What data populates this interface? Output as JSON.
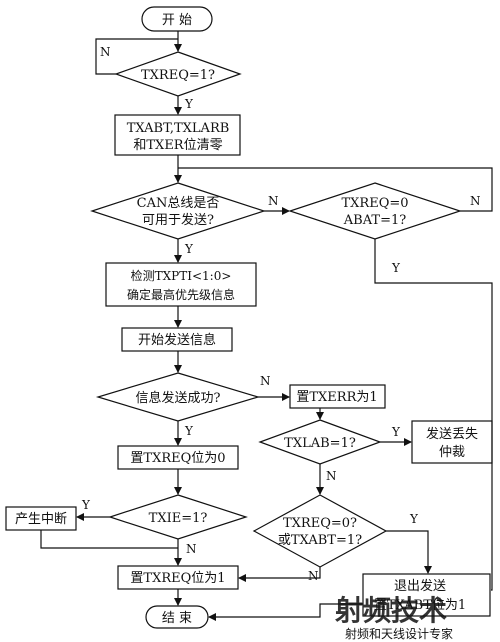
{
  "nodes": {
    "start": "开 始",
    "txreq_check": "TXREQ=1?",
    "clear_bits": [
      "TXABT,TXLARB",
      "和TXER位清零"
    ],
    "bus_free": [
      "CAN总线是否",
      "可用于发送?"
    ],
    "abort_check": [
      "TXREQ=0",
      "ABAT=1?"
    ],
    "priority": [
      "检测TXPTI<1:0>",
      "确定最高优先级信息"
    ],
    "start_send": "开始发送信息",
    "send_ok": "信息发送成功?",
    "set_txerr": "置TXERR为1",
    "set_txreq0": "置TXREQ位为0",
    "txlab_check": "TXLAB=1?",
    "arb_lost": [
      "发送丢失",
      "仲裁"
    ],
    "interrupt": "产生中断",
    "txie_check": "TXIE=1?",
    "txreq_or_abt": [
      "TXREQ=0?",
      "或TXABT=1?"
    ],
    "set_txreq1": "置TXREQ位为1",
    "exit_send": [
      "退出发送",
      "置TXABT位为1"
    ],
    "end": "结 束"
  },
  "branch": {
    "yes": "Y",
    "no": "N"
  },
  "watermark": {
    "text": "射频和天线设计专家"
  },
  "colors": {
    "line": "#111111",
    "watermark": "#c8201c"
  }
}
